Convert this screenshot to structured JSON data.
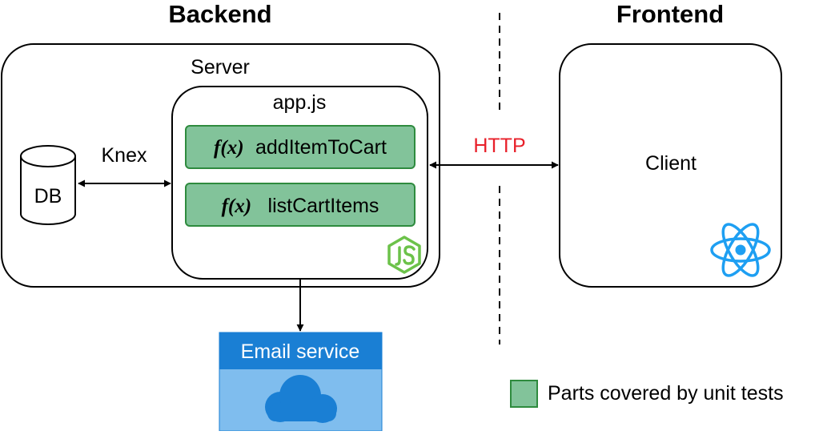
{
  "headings": {
    "backend": "Backend",
    "frontend": "Frontend"
  },
  "server": {
    "label": "Server"
  },
  "app": {
    "label": "app.js",
    "functions": [
      {
        "symbol": "f(x)",
        "name": "addItemToCart"
      },
      {
        "symbol": "f(x)",
        "name": "listCartItems"
      }
    ],
    "badge_icon": "nodejs-logo-icon"
  },
  "db": {
    "label": "DB",
    "icon": "database-cylinder-icon"
  },
  "connections": {
    "db_app": "Knex",
    "backend_frontend": "HTTP"
  },
  "client": {
    "label": "Client",
    "icon": "react-logo-icon"
  },
  "email_service": {
    "label": "Email service",
    "icon": "cloud-icon"
  },
  "legend": {
    "label": "Parts covered by unit tests"
  },
  "colors": {
    "covered_fill": "#82c39a",
    "covered_stroke": "#2e8b3e",
    "http_text": "#e8202a",
    "node_green": "#6cc24a",
    "react_blue": "#1e9ff2",
    "email_header": "#1a7fd4",
    "email_body": "#7fbdee",
    "cloud": "#1a7fd4"
  }
}
